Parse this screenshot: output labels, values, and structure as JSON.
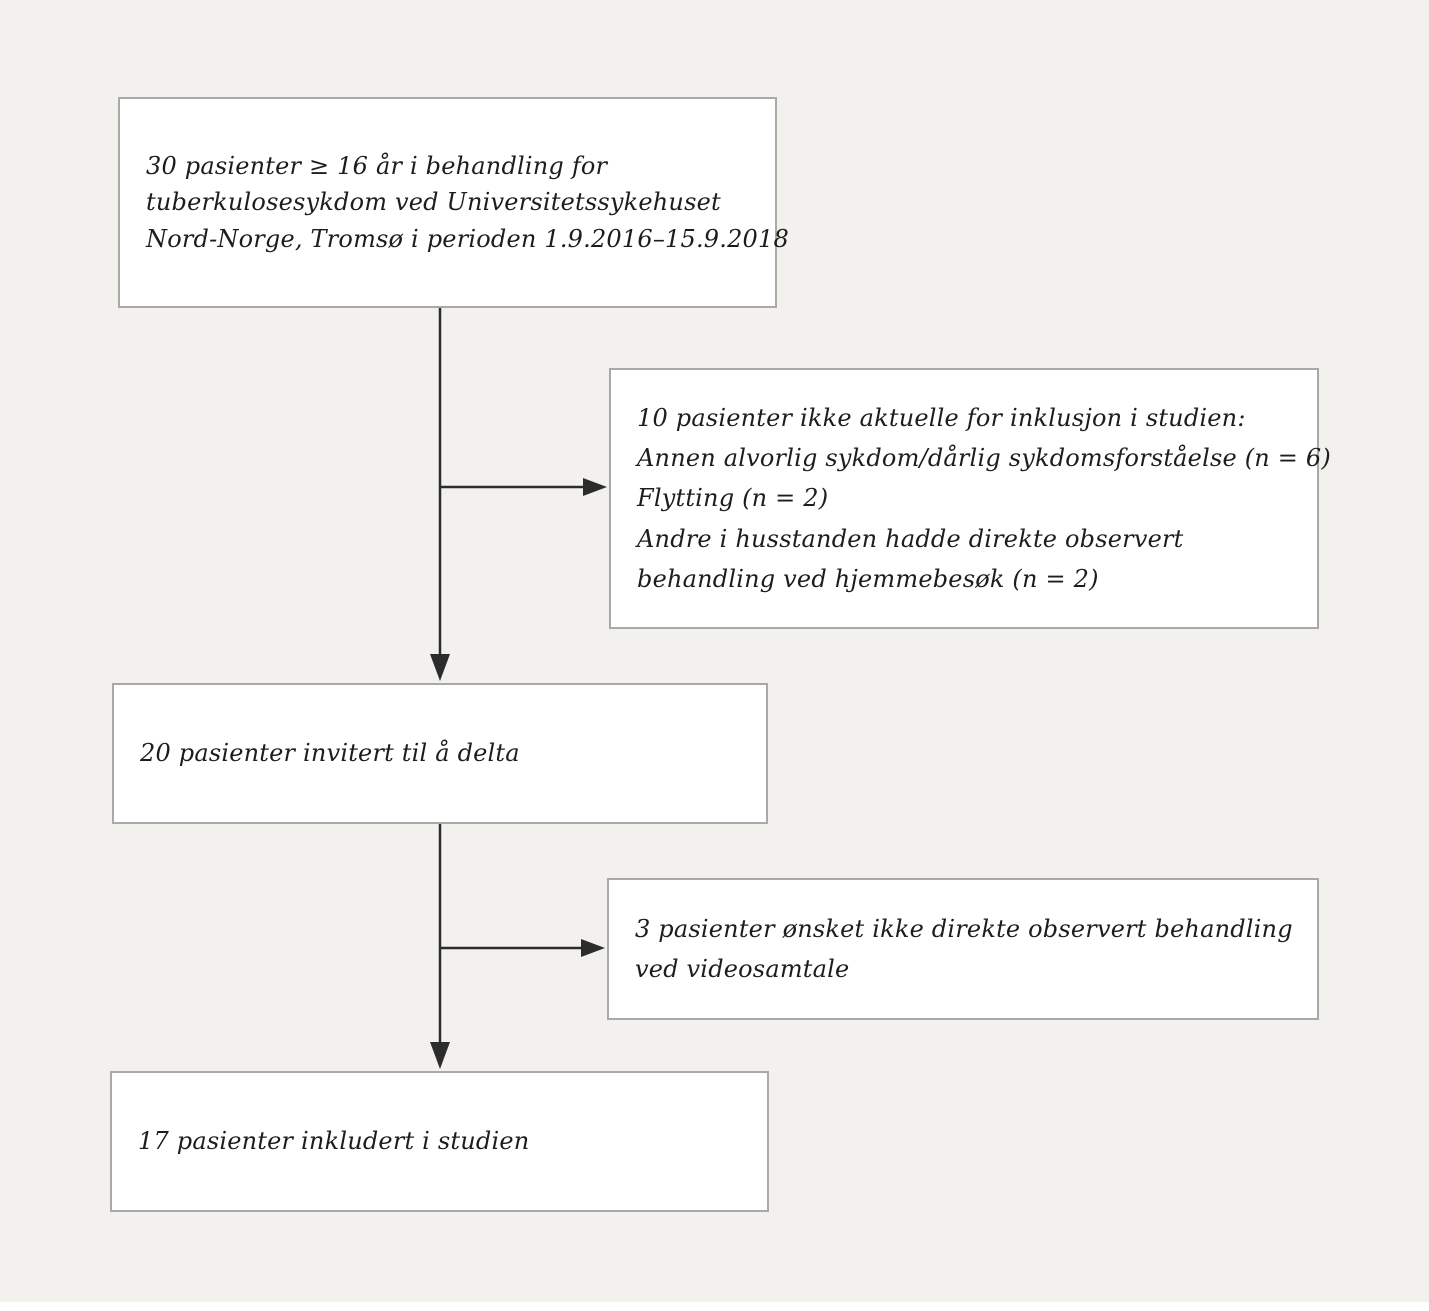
{
  "diagram": {
    "type": "study-flow-diagram",
    "language": "Norwegian",
    "colors": {
      "background": "#f2f1ed",
      "box_fill": "#ffffff",
      "box_border": "#a9a9a7",
      "arrow": "#2c2c2c",
      "text": "#1d1d1b"
    },
    "main_boxes": [
      {
        "id": "eligible",
        "n": 30,
        "lines": [
          "30 pasienter ≥ 16 år i behandling for",
          "tuberkulosesykdom ved Universitetssykehuset",
          "Nord-Norge, Tromsø i perioden 1.9.2016–15.9.2018"
        ]
      },
      {
        "id": "invited",
        "n": 20,
        "lines": [
          "20 pasienter invitert til å delta"
        ]
      },
      {
        "id": "included",
        "n": 17,
        "lines": [
          "17 pasienter inkludert i studien"
        ]
      }
    ],
    "exclusion_boxes": [
      {
        "id": "not-eligible",
        "n": 10,
        "lines": [
          "10 pasienter ikke aktuelle for inklusjon i studien:",
          "Annen alvorlig sykdom/dårlig sykdomsforståelse (n = 6)",
          "Flytting (n = 2)",
          "Andre i husstanden hadde direkte observert",
          "behandling ved hjemmebesøk (n = 2)"
        ]
      },
      {
        "id": "declined",
        "n": 3,
        "lines": [
          "3 pasienter ønsket ikke direkte observert behandling",
          "ved videosamtale"
        ]
      }
    ]
  }
}
